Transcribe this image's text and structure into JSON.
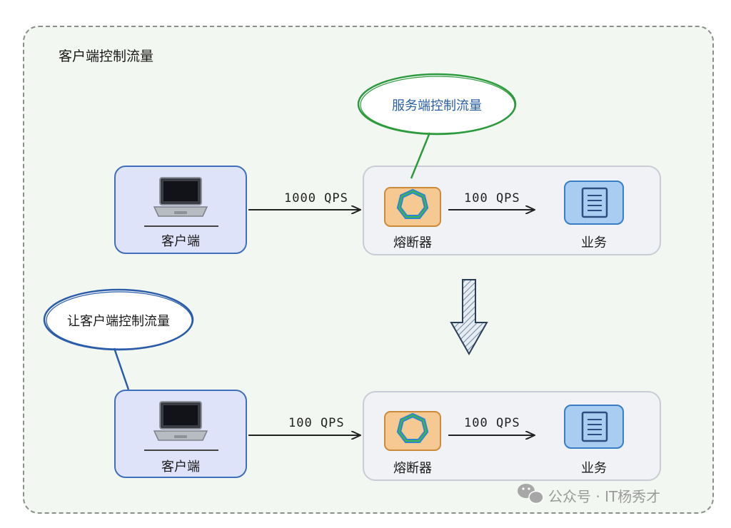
{
  "frame_title": "客户端控制流量",
  "top_row": {
    "client_label": "客户端",
    "incoming_qps": "1000 QPS",
    "breaker_label": "熔断器",
    "outgoing_qps": "100 QPS",
    "business_label": "业务",
    "callout": "服务端控制流量"
  },
  "bottom_row": {
    "client_label": "客户端",
    "incoming_qps": "100 QPS",
    "breaker_label": "熔断器",
    "outgoing_qps": "100 QPS",
    "business_label": "业务",
    "callout": "让客户端控制流量"
  },
  "watermark": "公众号 · IT杨秀才",
  "colors": {
    "client_fill": "#dfe3f9",
    "client_border": "#3f6fb8",
    "server_group_fill": "#f1f2f5",
    "breaker_fill": "#f6c993",
    "business_fill": "#a9cdf1",
    "server_callout_stroke": "#2e9a3e",
    "client_callout_stroke": "#2b5ca8",
    "server_callout_text": "#2a5fa5"
  },
  "icons": {
    "client": "laptop-icon",
    "breaker": "heptagon-ring-icon",
    "business": "document-icon",
    "flow": "down-arrow-icon",
    "watermark": "wechat-icon"
  }
}
